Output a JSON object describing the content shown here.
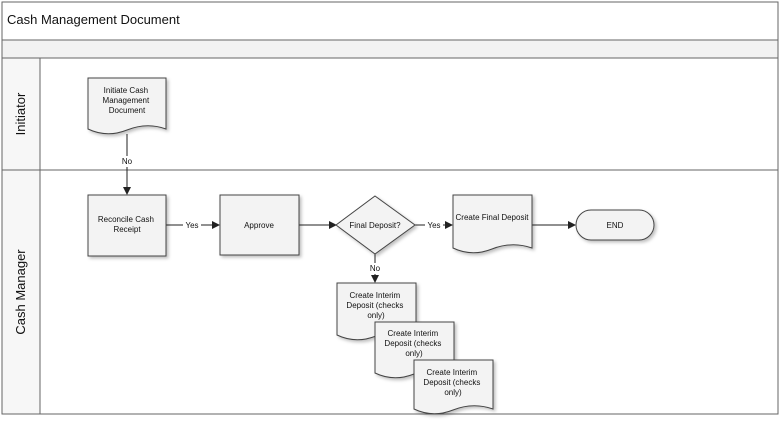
{
  "diagram": {
    "title": "Cash Management Document",
    "lanes": [
      {
        "id": "initiator",
        "label": "Initiator"
      },
      {
        "id": "cash_manager",
        "label": "Cash Manager"
      }
    ],
    "nodes": {
      "initiate": {
        "type": "document",
        "lines": [
          "Initiate Cash",
          "Management",
          "Document"
        ]
      },
      "reconcile": {
        "type": "process",
        "lines": [
          "Reconcile Cash",
          "Receipt"
        ]
      },
      "approve": {
        "type": "process",
        "lines": [
          "Approve"
        ]
      },
      "final_deposit": {
        "type": "decision",
        "lines": [
          "Final Deposit?"
        ]
      },
      "create_final": {
        "type": "document",
        "lines": [
          "Create Final Deposit"
        ]
      },
      "end": {
        "type": "terminator",
        "lines": [
          "END"
        ]
      },
      "interim_1": {
        "type": "document",
        "lines": [
          "Create Interim",
          "Deposit (checks",
          "only)"
        ]
      },
      "interim_2": {
        "type": "document",
        "lines": [
          "Create Interim",
          "Deposit (checks",
          "only)"
        ]
      },
      "interim_3": {
        "type": "document",
        "lines": [
          "Create Interim",
          "Deposit (checks",
          "only)"
        ]
      }
    },
    "edges": [
      {
        "from": "initiate",
        "to": "reconcile",
        "label": "No"
      },
      {
        "from": "reconcile",
        "to": "approve",
        "label": "Yes"
      },
      {
        "from": "approve",
        "to": "final_deposit",
        "label": ""
      },
      {
        "from": "final_deposit",
        "to": "create_final",
        "label": "Yes"
      },
      {
        "from": "create_final",
        "to": "end",
        "label": ""
      },
      {
        "from": "final_deposit",
        "to": "interim_1",
        "label": "No"
      }
    ]
  }
}
